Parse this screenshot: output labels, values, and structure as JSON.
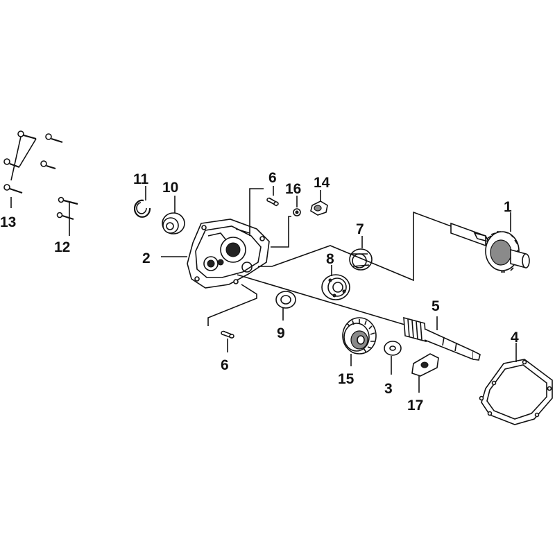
{
  "callouts": {
    "p1": "1",
    "p2": "2",
    "p3": "3",
    "p4": "4",
    "p5": "5",
    "p6a": "6",
    "p6b": "6",
    "p7": "7",
    "p8": "8",
    "p9": "9",
    "p10": "10",
    "p11": "11",
    "p12": "12",
    "p13": "13",
    "p14": "14",
    "p15": "15",
    "p16": "16",
    "p17": "17"
  }
}
